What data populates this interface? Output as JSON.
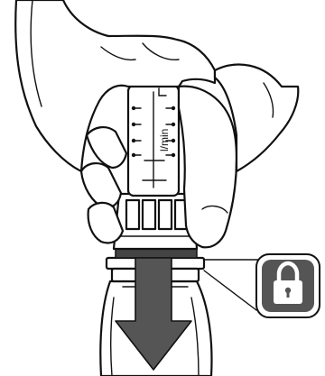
{
  "flowmeter": {
    "unit_label": "l/min"
  },
  "lock_icon": {
    "state": "locked"
  },
  "arrow": {
    "direction": "down"
  },
  "colors": {
    "arrow_fill": "#555555",
    "lock_badge_fill": "#555555",
    "lock_icon_fill": "#ffffff",
    "ring_fill": "#444444"
  }
}
